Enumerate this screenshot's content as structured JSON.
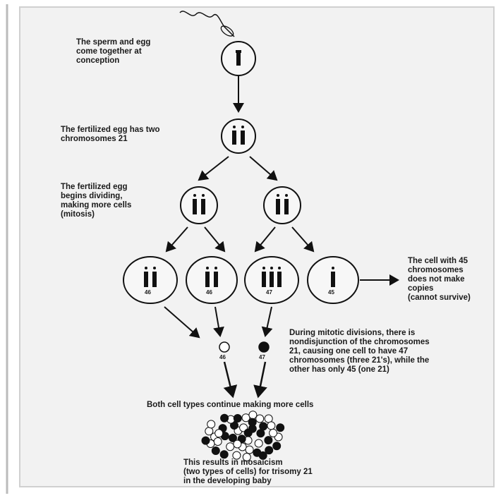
{
  "labels": {
    "conception": "The sperm and egg\ncome together at\nconception",
    "fertilized": "The fertilized egg has two\nchromosomes 21",
    "dividing": "The fertilized egg\nbegins dividing,\nmaking more cells\n(mitosis)",
    "cell45": "The cell with 45\nchromosomes\ndoes not make\ncopies\n(cannot survive)",
    "nondisjunction": "During mitotic divisions, there is\nnondisjunction of the chromosomes\n21, causing one cell to have 47\nchromosomes (three 21's), while the\nother has only 45 (one 21)",
    "both_types": "Both cell types continue making more cells",
    "result": "This results in mosaicism\n(two types of cells) for trisomy 21\nin the developing baby"
  },
  "cell_counts": {
    "row3_a": "46",
    "row3_b": "46",
    "row3_c": "47",
    "row3_d": "45",
    "small_white": "46",
    "small_black": "47"
  },
  "colors": {
    "ink": "#111111",
    "panel_bg": "#f2f2f2",
    "panel_border": "#cccccc"
  }
}
